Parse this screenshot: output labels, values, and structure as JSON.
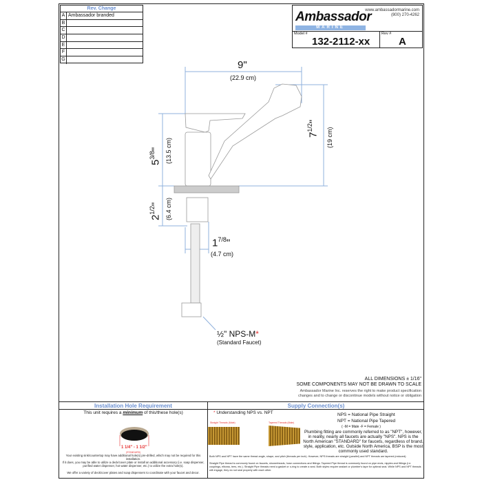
{
  "rev_table": {
    "header": "Rev. Change",
    "rows": [
      {
        "letter": "A",
        "change": "Ambassador branded"
      },
      {
        "letter": "B",
        "change": ""
      },
      {
        "letter": "C",
        "change": ""
      },
      {
        "letter": "D",
        "change": ""
      },
      {
        "letter": "E",
        "change": ""
      },
      {
        "letter": "F",
        "change": ""
      },
      {
        "letter": "G",
        "change": ""
      }
    ]
  },
  "title_block": {
    "logo_text": "Ambassador",
    "logo_sub": "MARINE",
    "website": "www.ambassadormarine.com",
    "phone": "(800) 270-4262",
    "model_label": "Model #",
    "model": "132-2112-xx",
    "rev_label": "Rev #",
    "rev": "A"
  },
  "dimensions": {
    "width": {
      "in": "9\"",
      "cm": "(22.9 cm)"
    },
    "height": {
      "in_whole": "7",
      "in_frac": "1/2",
      "cm": "(19 cm)"
    },
    "spout_height": {
      "in_whole": "5",
      "in_frac": "3/8",
      "cm": "(13.5 cm)"
    },
    "shank": {
      "in_whole": "2",
      "in_frac": "1/2",
      "cm": "(6.4 cm)"
    },
    "base": {
      "in_whole": "1",
      "in_frac": "7/8",
      "cm": "(4.7 cm)"
    },
    "connection": {
      "label": "½\" NPS-M",
      "asterisk": "*",
      "sub": "(Standard Faucet)"
    }
  },
  "notes": {
    "tolerance": "ALL DIMENSIONS ± 1/16\"",
    "scale": "SOME COMPONENTS MAY NOT BE DRAWN TO SCALE",
    "disclaimer1": "Ambassador Marine Inc. reserves the right to make product specification",
    "disclaimer2": "changes and to change or discontinue models without notice or obligation"
  },
  "installation": {
    "header": "Installation Hole Requirement",
    "intro_a": "This unit requires a ",
    "intro_b": "minimum",
    "intro_c": " of this/these hole(s)",
    "hole_size": "1 1/4\" - 1 1/2\"",
    "hole_note": "(STANDARD)",
    "p1": "Your existing sink/countertop may have additional hole(s) pre-drilled, which may not be required for this installation.",
    "p2": "If it does, you may be able to utilize a deck/cover plate or install an additional accessory (i.e. soap dispenser, purified water dispenser, hot water dispenser, etc.) to utilize the extra hole(s).",
    "p3": "We offer a variety of deck/cover plates and soap dispensers to coordinate with your faucet and decor."
  },
  "supply": {
    "header": "Supply Connection(s)",
    "understanding": "Understanding NPS vs. NPT",
    "straight_label": "Straight Threads (Male)",
    "tapered_label": "Tapered Threads (Male)",
    "nps": "NPS = National Pipe Straight",
    "npt": "NPT = National Pipe Tapered",
    "mf": "( -M = Male      -F = Female )",
    "para": "Plumbing fitting are commonly referred to as \"NPT\", however, in reality, nearly all faucets are actually \"NPS\". NPS is the North American \"STANDARD\" for faucets, regardless of brand, style, application, etc.  Outside North America, BSP is the most commonly used standard.",
    "fine1": "Both NPS and NPT have the same thread angle, shape, and pitch (threads per inch).  However, NPS threads are straight (parallel) and NPT threads are tapered (reduced).",
    "fine2": "Straight Pipe thread is commonly found on faucets, showerheads, hose connections and fittings.  Tapered Pipe thread is commonly found on pipe ends, nipples and fittings (i.e. couplings, elbows, tees, etc.).  Straight Pipe threads need a gasket or o-ring to create a seal.  Both styles require sealant or plumber's tape for optimal seal. While NPS and NPT threads will engage, they do not seal properly with each other."
  },
  "colors": {
    "dim_line": "#8fb0dc",
    "header_blue": "#6a8fd0",
    "accent_red": "#e53030",
    "brass": "#b8862a"
  }
}
